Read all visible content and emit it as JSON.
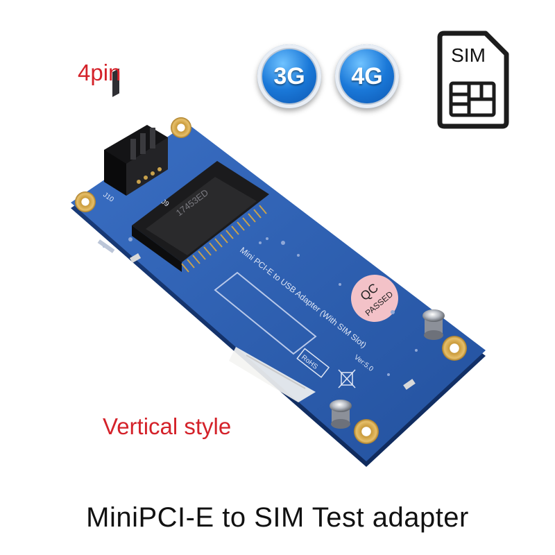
{
  "labels": {
    "pin": "4pin",
    "style": "Vertical style",
    "caption": "MiniPCI-E to SIM Test adapter"
  },
  "badges": [
    {
      "text": "3G"
    },
    {
      "text": "4G"
    }
  ],
  "sim_icon": {
    "text": "SIM",
    "icon": "sim-card-icon"
  },
  "board": {
    "title": "Mini PCI-E to USB Adapter (With SIM Slot)",
    "version": "Ver:5.0",
    "qc_top": "QC",
    "qc_bottom": "PASSED",
    "rohs": "RoHS",
    "connector_code": "17453ED",
    "j10": "J10",
    "j9": "J9",
    "colors": {
      "pcb": "#2d5fb0",
      "pcb_dark": "#1f4a93",
      "label_red": "#d4222a"
    }
  }
}
